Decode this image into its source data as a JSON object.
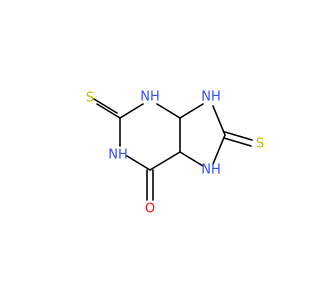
{
  "atoms": {
    "s_left": {
      "symbol": "S",
      "color": "#ccbb00"
    },
    "nh_top": {
      "symbol": "NH",
      "color": "#3050f8"
    },
    "nh_right": {
      "symbol": "NH",
      "color": "#3050f8"
    },
    "s_right": {
      "symbol": "S",
      "color": "#ccbb00"
    },
    "nh_left": {
      "symbol": "NH",
      "color": "#3050f8"
    },
    "nh_bottom": {
      "symbol": "NH",
      "color": "#3050f8"
    },
    "o": {
      "symbol": "O",
      "color": "#ff0d0d"
    }
  },
  "bond_color": "#000000"
}
